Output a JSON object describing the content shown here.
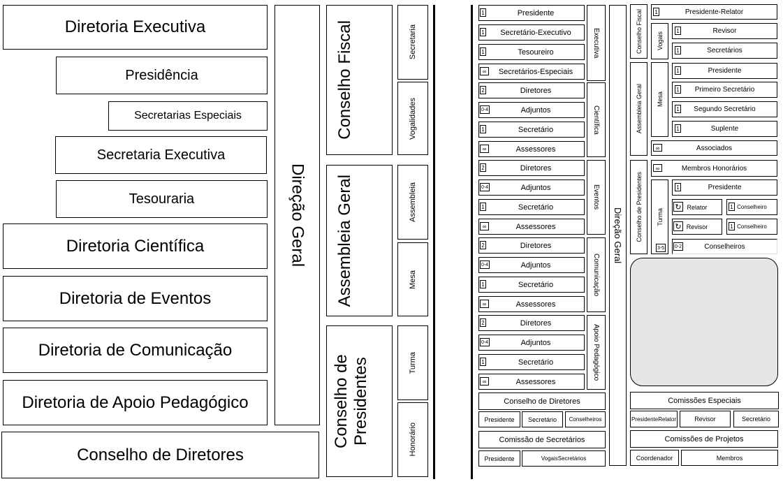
{
  "left": {
    "diretoria_executiva": "Diretoria Executiva",
    "presidencia": "Presidência",
    "secretarias_especiais": "Secretarias Especiais",
    "secretaria_executiva": "Secretaria Executiva",
    "tesouraria": "Tesouraria",
    "diretoria_cientifica": "Diretoria Científica",
    "diretoria_eventos": "Diretoria de Eventos",
    "diretoria_comunicacao": "Diretoria de Comunicação",
    "diretoria_apoio": "Diretoria de Apoio Pedagógico",
    "conselho_diretores": "Conselho de Diretores",
    "direcao_geral": "Direção Geral",
    "conselho_fiscal": "Conselho Fiscal",
    "secretaria": "Secretaria",
    "vogalidades": "Vogalidades",
    "assembleia_geral": "Assembleia Geral",
    "assembleia": "Assembleia",
    "mesa": "Mesa",
    "conselho_presidentes": "Conselho de Presidentes",
    "turma": "Turma",
    "honorario": "Honorário"
  },
  "right": {
    "executiva": {
      "label": "Executiva",
      "rows": [
        {
          "badge": "1",
          "label": "Presidente"
        },
        {
          "badge": "1",
          "label": "Secretário-Executivo"
        },
        {
          "badge": "1",
          "label": "Tesoureiro"
        },
        {
          "badge": "∞",
          "label": "Secretários-Especiais"
        }
      ]
    },
    "cientifica": {
      "label": "Científica",
      "rows": [
        {
          "badge": "2",
          "label": "Diretores"
        },
        {
          "badge": "0-4",
          "label": "Adjuntos"
        },
        {
          "badge": "1",
          "label": "Secretário"
        },
        {
          "badge": "∞",
          "label": "Assessores"
        }
      ]
    },
    "eventos": {
      "label": "Eventos",
      "rows": [
        {
          "badge": "2",
          "label": "Diretores"
        },
        {
          "badge": "0-4",
          "label": "Adjuntos"
        },
        {
          "badge": "1",
          "label": "Secretário"
        },
        {
          "badge": "∞",
          "label": "Assessores"
        }
      ]
    },
    "comunicacao": {
      "label": "Comunicação",
      "rows": [
        {
          "badge": "2",
          "label": "Diretores"
        },
        {
          "badge": "0-4",
          "label": "Adjuntos"
        },
        {
          "badge": "1",
          "label": "Secretário"
        },
        {
          "badge": "∞",
          "label": "Assessores"
        }
      ]
    },
    "apoio": {
      "label": "Apoio Pedagógico",
      "rows": [
        {
          "badge": "2",
          "label": "Diretores"
        },
        {
          "badge": "0-4",
          "label": "Adjuntos"
        },
        {
          "badge": "1",
          "label": "Secretário"
        },
        {
          "badge": "∞",
          "label": "Assessores"
        }
      ]
    },
    "direcao_geral": "Direção Geral",
    "conselho_diretores": {
      "title": "Conselho de Diretores",
      "presidente": "Presidente",
      "secretario": "Secretário",
      "conselheiros": "Conselheiros"
    },
    "comissao_secretarios": {
      "title": "Comissão de Secretários",
      "presidente": "Presidente",
      "vogais": "VogaisSecretários"
    },
    "conselho_fiscal": {
      "label": "Conselho Fiscal",
      "vogais": "Vogais",
      "presidente_relator": {
        "badge": "1",
        "label": "Presidente-Relator"
      },
      "revisor": {
        "badge": "1",
        "label": "Revisor"
      },
      "secretarios": {
        "badge": "1",
        "label": "Secretários"
      }
    },
    "assembleia_geral": {
      "label": "Assembleia Geral",
      "mesa": "Mesa",
      "presidente": {
        "badge": "1",
        "label": "Presidente"
      },
      "primeiro_secretario": {
        "badge": "1",
        "label": "Primeiro Secretário"
      },
      "segundo_secretario": {
        "badge": "1",
        "label": "Segundo Secretário"
      },
      "suplente": {
        "badge": "1",
        "label": "Suplente"
      },
      "associados": {
        "badge": "∞",
        "label": "Associados"
      }
    },
    "conselho_presidentes": {
      "label": "Conselho de Presidentes",
      "membros_honorarios": {
        "badge": "∞",
        "label": "Membros Honorários"
      },
      "turma": "Turma",
      "turma_badge": "3-5",
      "presidente": {
        "badge": "1",
        "label": "Presidente"
      },
      "relator": "Relator",
      "revisor": "Revisor",
      "conselheiro_badge": "1",
      "conselheiro": "Conselheiro",
      "conselheiros": {
        "badge": "0-2",
        "label": "Conselheiros"
      }
    },
    "comissoes_especiais": {
      "title": "Comissões Especiais",
      "presidente_relator": "PresidenteRelator",
      "revisor": "Revisor",
      "secretario": "Secretário"
    },
    "comissoes_projetos": {
      "title": "Comissões de Projetos",
      "coordenador": "Coordenador",
      "membros": "Membros"
    }
  }
}
